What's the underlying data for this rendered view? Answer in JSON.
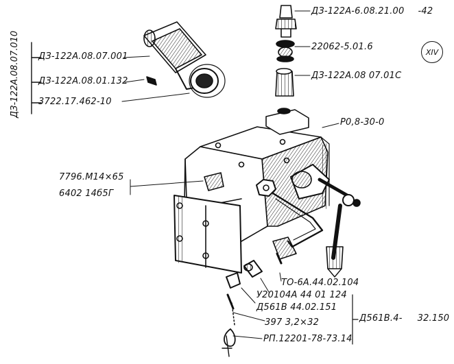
{
  "figure": {
    "sheet_mark": "XIV",
    "group_label": "ДЗ-122А.08.07.010",
    "labels": {
      "top_right_1": "ДЗ-122А-6.08.21.00",
      "top_right_1_tail": "-42",
      "top_right_2": "22062-5.01.6",
      "top_right_3": "ДЗ-122А.08 07.01С",
      "body_right": "P0,8-30-0",
      "left_1": "ДЗ-122А.08.07.001",
      "left_2": "ДЗ-122А.08.01.132",
      "left_3": "3722.17.462-10",
      "left_bolt_1": "7796.М14×65",
      "left_bolt_2": "6402 14б5Г",
      "bottom_1": "ТО-6А.44.02.104",
      "bottom_2": "У20104А 44 01 124",
      "bottom_3": "Д561В 44.02.151",
      "bottom_4": "397 3,2×32",
      "bottom_5": "РП.12201-78-73.14",
      "bottom_group": "Д561В.4-",
      "bottom_group_tail": "32.150"
    }
  }
}
